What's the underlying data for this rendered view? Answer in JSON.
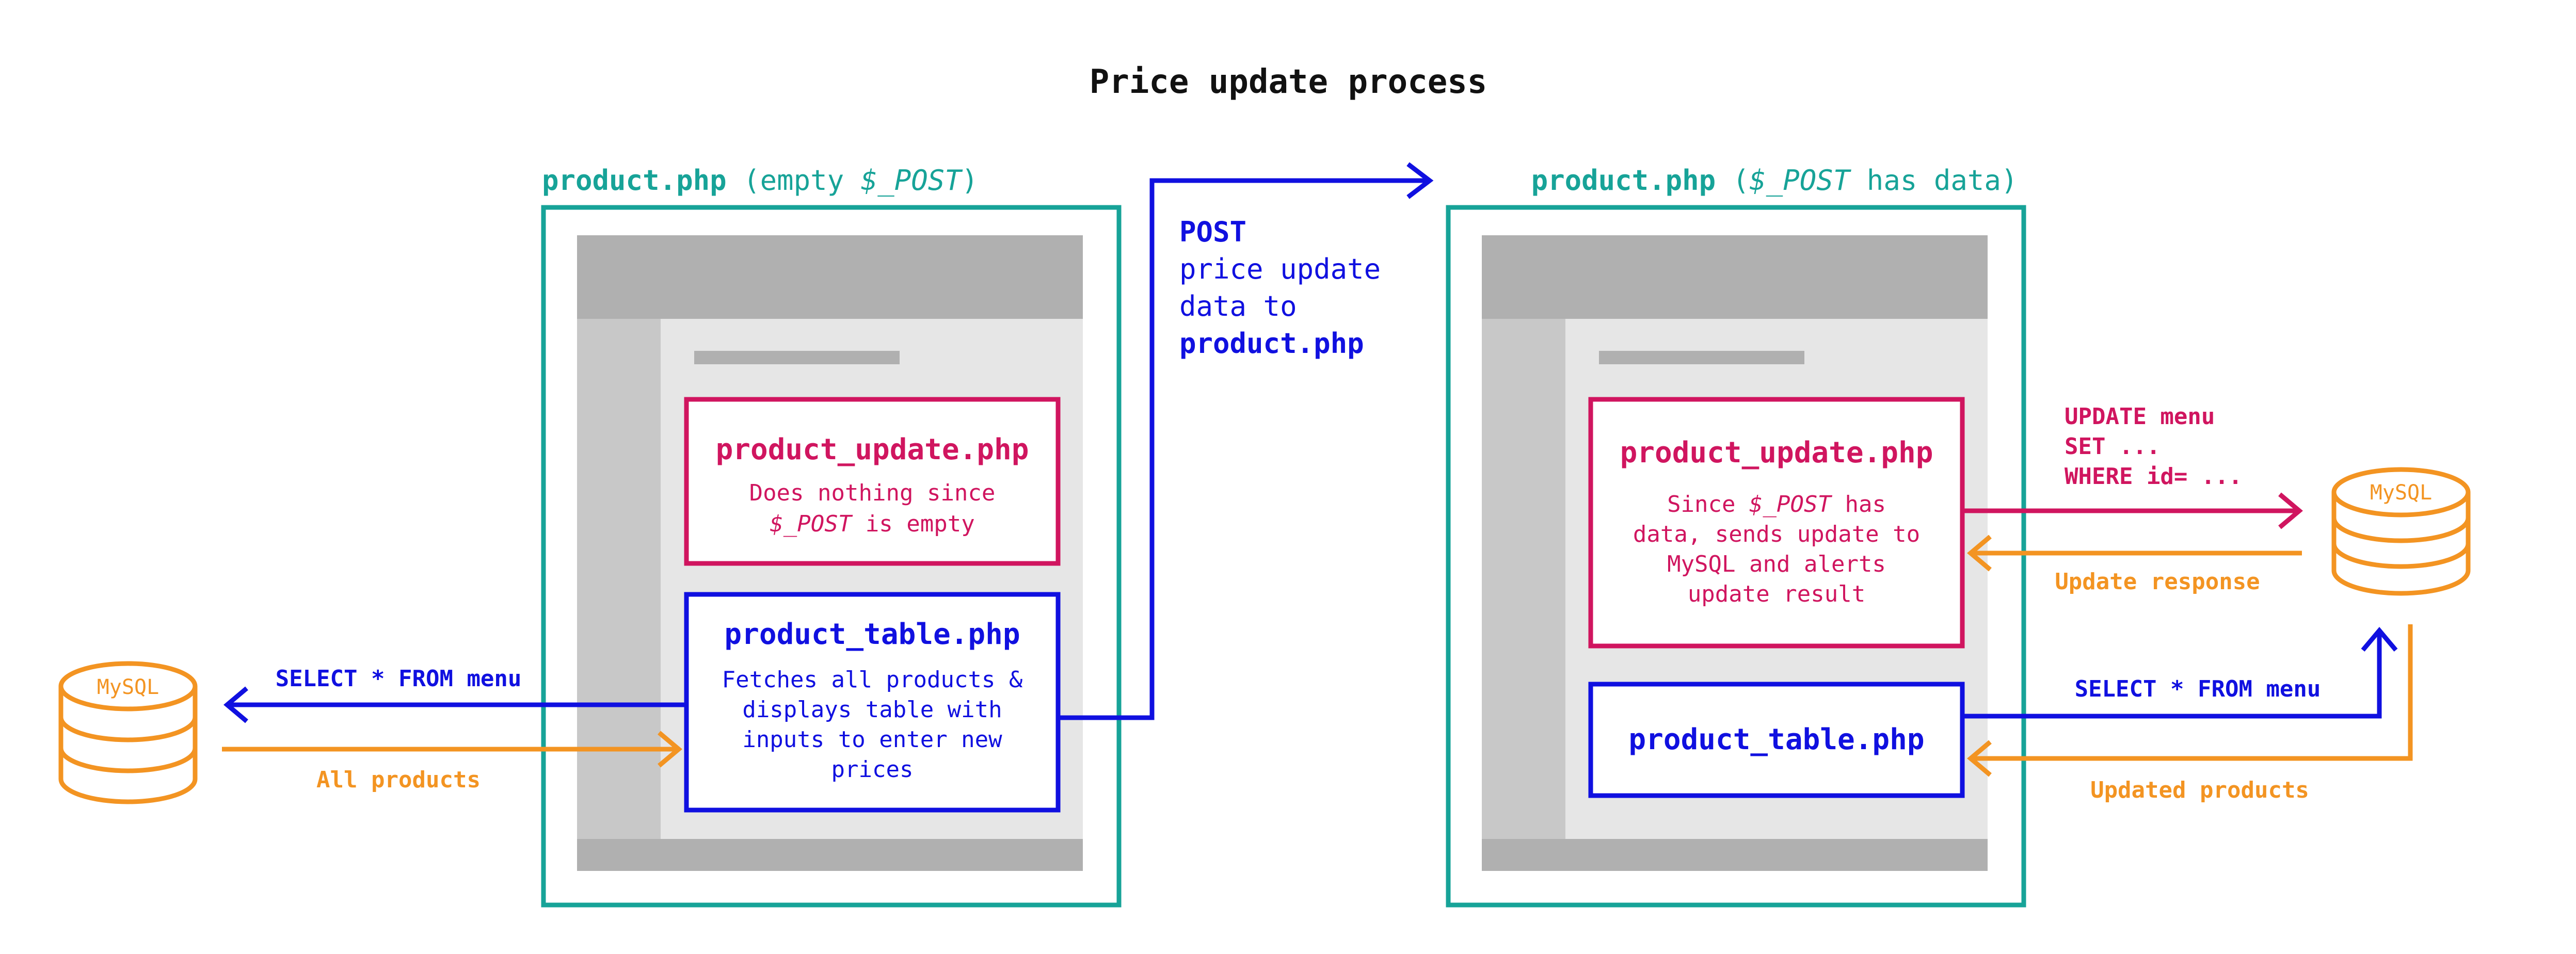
{
  "title": "Price update process",
  "colors": {
    "teal": "#17a398",
    "crimson": "#d0155f",
    "blue": "#1010e0",
    "orange": "#f39422",
    "gray_dark": "#b0b0b0",
    "gray_mid": "#c8c8c8",
    "gray_light": "#e6e6e6"
  },
  "left_page": {
    "file": "product.php",
    "paren_open": " (empty ",
    "var": "$_POST",
    "paren_close": ")",
    "update_box": {
      "title": "product_update.php",
      "line1": "Does nothing since",
      "line2_var": "$_POST",
      "line2_rest": " is empty"
    },
    "table_box": {
      "title": "product_table.php",
      "lines": [
        "Fetches all products &",
        "displays table with",
        "inputs to enter new",
        "prices"
      ]
    }
  },
  "right_page": {
    "file": "product.php",
    "paren_open": " (",
    "var": "$_POST",
    "paren_close": " has data)",
    "update_box": {
      "title": "product_update.php",
      "line1_pre": "Since ",
      "line1_var": "$_POST",
      "line1_post": " has",
      "line2": "data, sends update to",
      "line3": "MySQL and alerts",
      "line4": "update result"
    },
    "table_box": {
      "title": "product_table.php"
    }
  },
  "post_label": {
    "line1": "POST",
    "line2": "price update",
    "line3": "data to",
    "line4": "product.php"
  },
  "left_db": {
    "name": "MySQL",
    "query": "SELECT * FROM menu",
    "response": "All products"
  },
  "right_db": {
    "name": "MySQL",
    "update_query": [
      "UPDATE menu",
      "SET ...",
      "WHERE id= ..."
    ],
    "update_response": "Update response",
    "select_query": "SELECT * FROM menu",
    "select_response": "Updated products"
  }
}
